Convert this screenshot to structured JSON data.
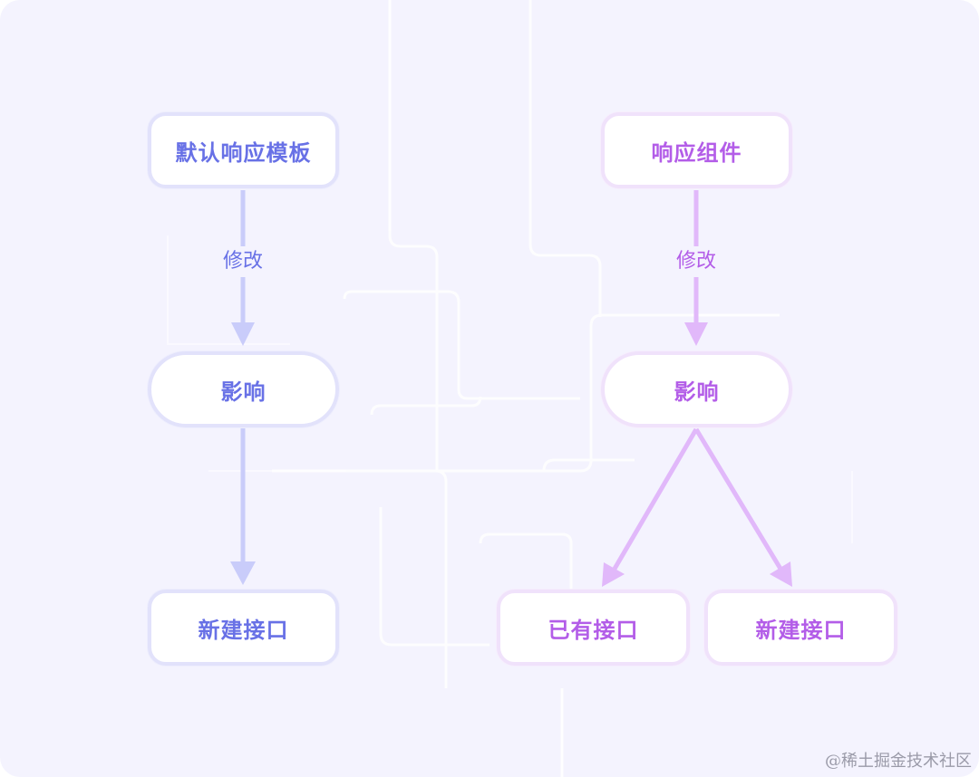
{
  "diagram": {
    "left_flow": {
      "color": "#6871e6",
      "arrow_color": "#c9ccfa",
      "top_node": "默认响应模板",
      "edge_label": "修改",
      "middle_node": "影响",
      "bottom_node": "新建接口"
    },
    "right_flow": {
      "color": "#b35de8",
      "arrow_color": "#e1b8fa",
      "top_node": "响应组件",
      "edge_label": "修改",
      "middle_node": "影响",
      "bottom_left_node": "已有接口",
      "bottom_right_node": "新建接口"
    }
  },
  "watermark": "@稀土掘金技术社区"
}
